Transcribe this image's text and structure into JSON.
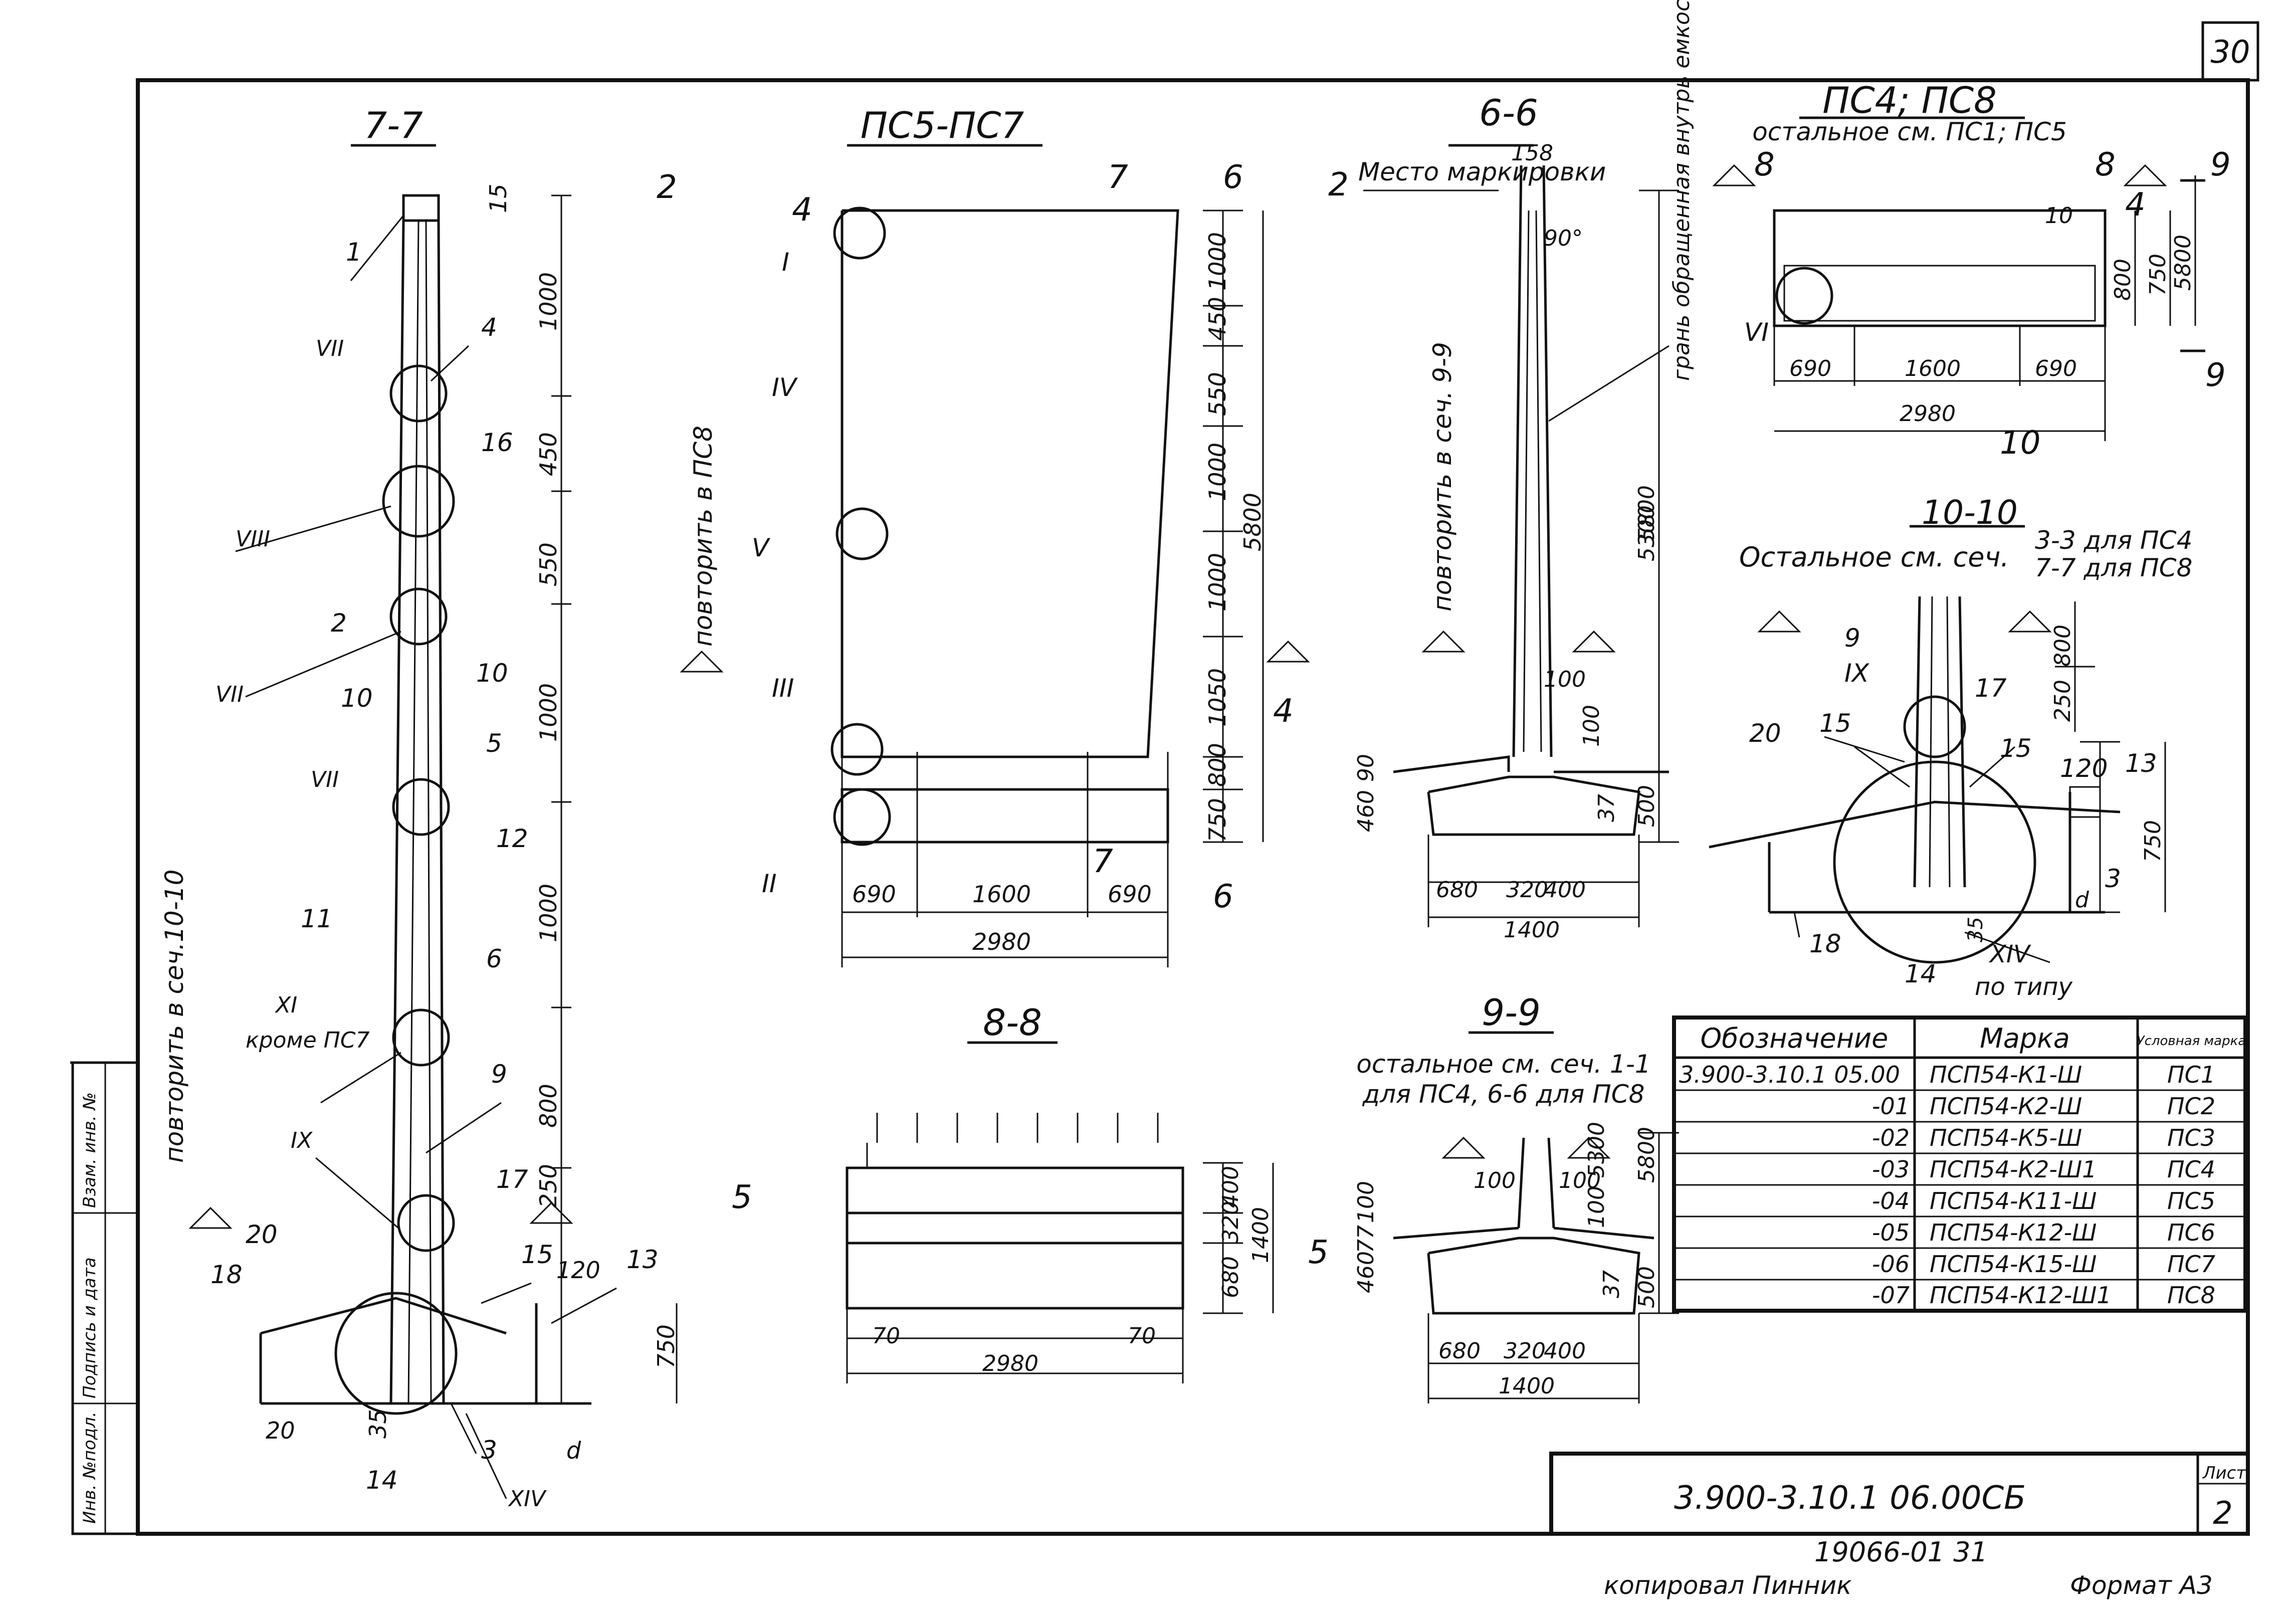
{
  "sheet": {
    "page_number": "30",
    "document_code": "3.900-3.10.1 06.00СБ",
    "sheet_label": "Лист",
    "sheet_number": "2",
    "archive_number": "19066-01 31",
    "copied_by": "копировал Пинник",
    "format": "Формат А3"
  },
  "side_stamp": {
    "inv_no": "Инв. №подл.",
    "sign_date": "Подпись и дата",
    "replace_inv": "Взам. инв. №"
  },
  "section_7_7": {
    "title": "7-7",
    "repeat_note": "повторить в сеч.10-10",
    "dims": [
      "15",
      "1000",
      "450",
      "550",
      "1000",
      "1000",
      "800",
      "250",
      "750",
      "20",
      "35",
      "120",
      "d"
    ],
    "callouts": [
      "1",
      "4",
      "16",
      "2",
      "10",
      "10",
      "5",
      "12",
      "11",
      "6",
      "9",
      "17",
      "15",
      "13",
      "18",
      "20",
      "3",
      "14"
    ],
    "nodes": [
      "VII",
      "VIII",
      "VII",
      "VII",
      "XI",
      "кроме ПС7",
      "IX",
      "XIV"
    ]
  },
  "view_pc5_pc7": {
    "title": "ПС5-ПС7",
    "repeat_note": "повторить в ПС8",
    "cut_marks": [
      "2",
      "4",
      "7",
      "6",
      "4",
      "7",
      "6"
    ],
    "nodes": [
      "I",
      "IV",
      "V",
      "III",
      "II"
    ],
    "dims_right": [
      "1000",
      "450",
      "550",
      "1000",
      "1000",
      "1050",
      "800",
      "750",
      "5800"
    ],
    "dims_bottom": [
      "690",
      "1600",
      "690",
      "2980"
    ]
  },
  "section_6_6": {
    "title": "6-6",
    "marking_place": "Место маркировки",
    "cut_mark": "2",
    "repeat_note": "повторить в сеч. 9-9",
    "side_note": "грань обращенная внутрь емкости",
    "dims": [
      "158",
      "90°",
      "100",
      "100",
      "37",
      "460",
      "90",
      "5300",
      "5800",
      "500",
      "680",
      "320",
      "400",
      "1400"
    ]
  },
  "plan_pc4_pc8": {
    "title": "ПС4; ПС8",
    "subtitle": "остальное см. ПС1; ПС5",
    "cut_marks": [
      "8",
      "8",
      "9",
      "9",
      "4",
      "10"
    ],
    "node": "VI",
    "dims": [
      "10",
      "800",
      "750",
      "5800",
      "690",
      "1600",
      "690",
      "2980"
    ]
  },
  "section_10_10": {
    "title": "10-10",
    "note_left": "Остальное см. сеч.",
    "note_row1": "3-3 для ПС4",
    "note_row2": "7-7 для ПС8",
    "callouts": [
      "9",
      "IX",
      "17",
      "20",
      "15",
      "15",
      "120",
      "13",
      "3",
      "18",
      "14",
      "35"
    ],
    "dims": [
      "800",
      "250",
      "750",
      "d"
    ],
    "node_label": "XIV",
    "node_note": "по типу"
  },
  "section_8_8": {
    "title": "8-8",
    "cut_marks": [
      "5",
      "5"
    ],
    "dims": [
      "400",
      "320",
      "680",
      "1400",
      "70",
      "70",
      "2980"
    ]
  },
  "section_9_9": {
    "title": "9-9",
    "note_row1": "остальное см. сеч. 1-1",
    "note_row2": "для ПС4, 6-6 для ПС8",
    "dims": [
      "100",
      "100",
      "100",
      "5300",
      "5800",
      "100",
      "460",
      "77",
      "37",
      "500",
      "680",
      "320",
      "400",
      "1400"
    ]
  },
  "schedule": {
    "headers": [
      "Обозначение",
      "Марка",
      "Условная марка"
    ],
    "rows": [
      {
        "code": "3.900-3.10.1 05.00",
        "mark": "ПСП54-К1-Ш",
        "short": "ПС1"
      },
      {
        "code": "-01",
        "mark": "ПСП54-К2-Ш",
        "short": "ПС2"
      },
      {
        "code": "-02",
        "mark": "ПСП54-К5-Ш",
        "short": "ПС3"
      },
      {
        "code": "-03",
        "mark": "ПСП54-К2-Ш1",
        "short": "ПС4"
      },
      {
        "code": "-04",
        "mark": "ПСП54-К11-Ш",
        "short": "ПС5"
      },
      {
        "code": "-05",
        "mark": "ПСП54-К12-Ш",
        "short": "ПС6"
      },
      {
        "code": "-06",
        "mark": "ПСП54-К15-Ш",
        "short": "ПС7"
      },
      {
        "code": "-07",
        "mark": "ПСП54-К12-Ш1",
        "short": "ПС8"
      }
    ]
  }
}
